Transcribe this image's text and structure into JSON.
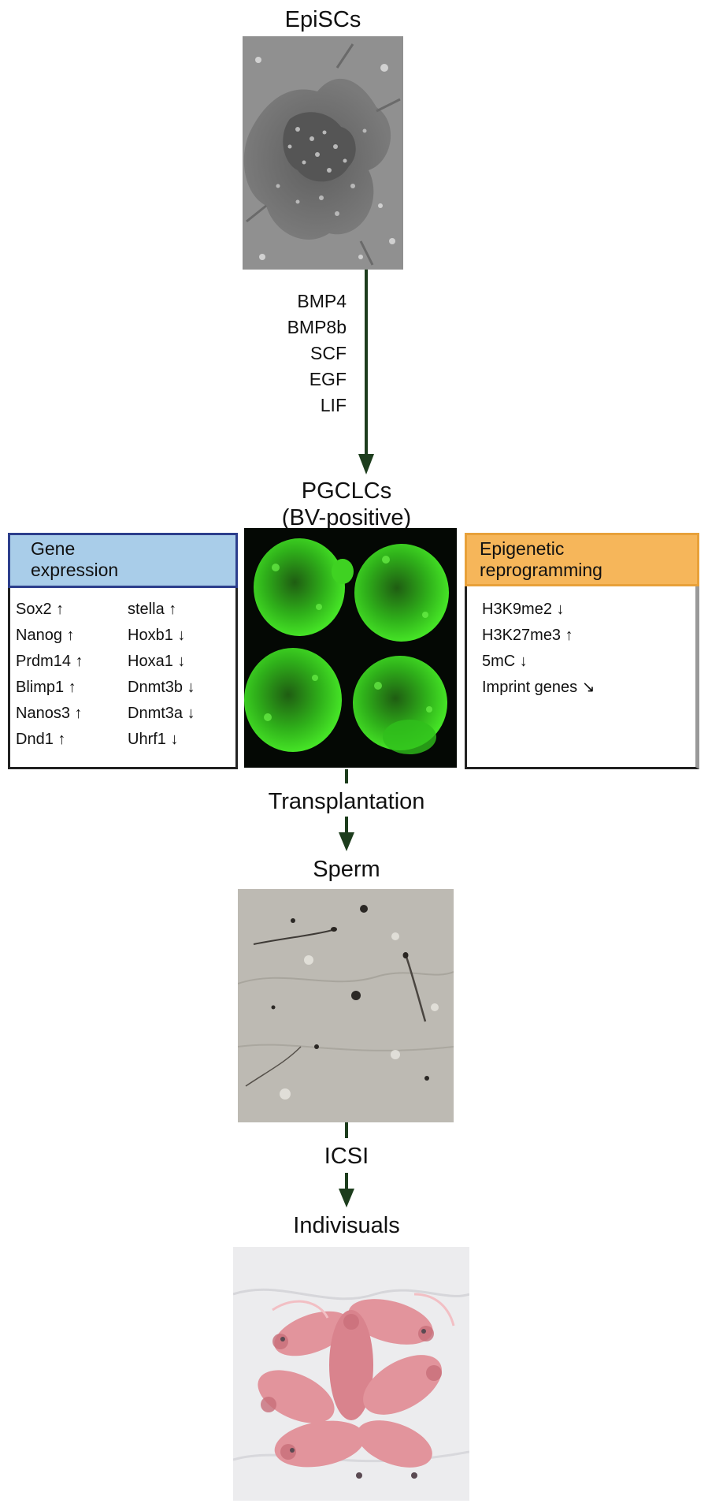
{
  "stages": {
    "episcs": "EpiSCs",
    "pgclcs": "PGCLCs",
    "pgclcs_sub": "(BV-positive)",
    "sperm": "Sperm",
    "individuals": "Indivisuals"
  },
  "factors": [
    "BMP4",
    "BMP8b",
    "SCF",
    "EGF",
    "LIF"
  ],
  "steps": {
    "transplantation": "Transplantation",
    "icsi": "ICSI"
  },
  "gene_expression": {
    "title_line1": "Gene",
    "title_line2": "expression",
    "left": [
      {
        "gene": "Sox2",
        "arrow": "↑"
      },
      {
        "gene": "Nanog",
        "arrow": "↑"
      },
      {
        "gene": "Prdm14",
        "arrow": "↑"
      },
      {
        "gene": "Blimp1",
        "arrow": "↑"
      },
      {
        "gene": "Nanos3",
        "arrow": "↑"
      },
      {
        "gene": "Dnd1",
        "arrow": "↑"
      }
    ],
    "right": [
      {
        "gene": "stella",
        "arrow": "↑"
      },
      {
        "gene": "Hoxb1",
        "arrow": "↓"
      },
      {
        "gene": "Hoxa1",
        "arrow": "↓"
      },
      {
        "gene": "Dnmt3b",
        "arrow": "↓"
      },
      {
        "gene": "Dnmt3a",
        "arrow": "↓"
      },
      {
        "gene": "Uhrf1",
        "arrow": "↓"
      }
    ],
    "header_color": "#a9cde9",
    "border_color": "#2c3e8c"
  },
  "epigenetic": {
    "title_line1": "Epigenetic",
    "title_line2": "reprogramming",
    "items": [
      {
        "mark": "H3K9me2",
        "arrow": "↓"
      },
      {
        "mark": "H3K27me3",
        "arrow": "↑"
      },
      {
        "mark": "5mC",
        "arrow": "↓"
      },
      {
        "mark": "Imprint genes",
        "arrow": "↘"
      }
    ],
    "header_color": "#f6b65a",
    "border_color": "#e8a13a"
  },
  "colors": {
    "arrow": "#1d3d1d",
    "fluorescence": "#38d11f"
  }
}
